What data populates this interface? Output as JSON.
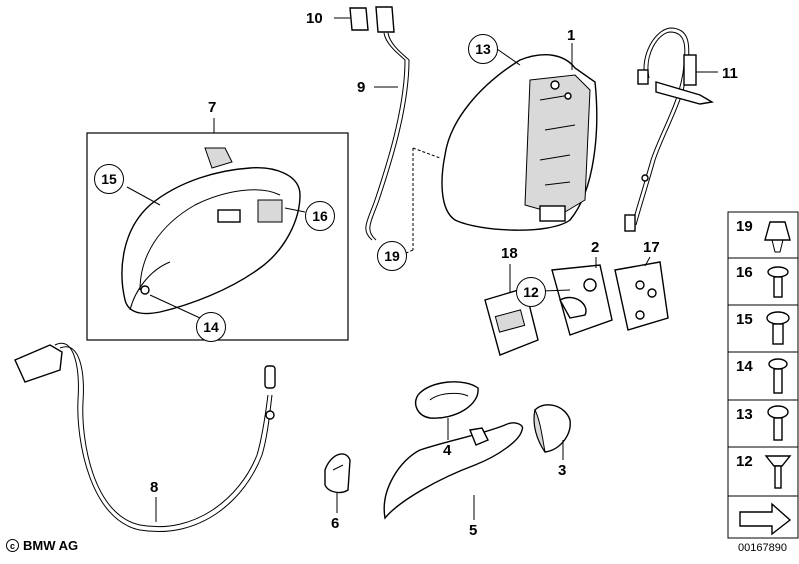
{
  "callouts": {
    "p1": "1",
    "p2": "2",
    "p3": "3",
    "p4": "4",
    "p5": "5",
    "p6": "6",
    "p7": "7",
    "p8": "8",
    "p9": "9",
    "p10": "10",
    "p11": "11",
    "p12": "12",
    "p13": "13",
    "p14": "14",
    "p15": "15",
    "p16": "16",
    "p17": "17",
    "p18": "18",
    "p19": "19"
  },
  "legend": [
    "19",
    "16",
    "15",
    "14",
    "13",
    "12"
  ],
  "footer": {
    "copyright_symbol": "c",
    "brand": "BMW AG",
    "doc_number": "00167890"
  }
}
